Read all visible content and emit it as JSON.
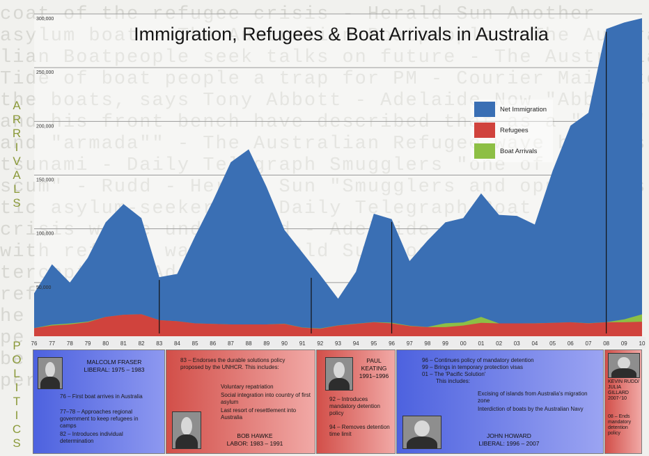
{
  "chart_data": {
    "type": "area",
    "title": "Immigration, Refugees & Boat Arrivals in Australia",
    "ylabel": "ARRIVALS",
    "ylim": [
      0,
      300000
    ],
    "yticks": [
      50000,
      100000,
      150000,
      200000,
      250000,
      300000
    ],
    "ytick_labels": [
      "50,000",
      "100,000",
      "150,000",
      "200,000",
      "250,000",
      "300,000"
    ],
    "x": [
      1976,
      1977,
      1978,
      1979,
      1980,
      1981,
      1982,
      1983,
      1984,
      1985,
      1986,
      1987,
      1988,
      1989,
      1990,
      1991,
      1992,
      1993,
      1994,
      1995,
      1996,
      1997,
      1998,
      1999,
      2000,
      2001,
      2002,
      2003,
      2004,
      2005,
      2006,
      2007,
      2008,
      2009,
      2010
    ],
    "xtick_labels": [
      "76",
      "77",
      "78",
      "79",
      "80",
      "81",
      "82",
      "83",
      "84",
      "85",
      "86",
      "87",
      "88",
      "89",
      "90",
      "91",
      "92",
      "93",
      "94",
      "95",
      "96",
      "97",
      "98",
      "99",
      "00",
      "01",
      "02",
      "03",
      "04",
      "05",
      "06",
      "07",
      "08",
      "09",
      "10"
    ],
    "series": [
      {
        "name": "Net Immigration",
        "color": "#3a6fb4",
        "values": [
          40000,
          67000,
          50000,
          73000,
          106000,
          123000,
          110000,
          55000,
          58000,
          93000,
          126000,
          162000,
          174000,
          139000,
          99000,
          78000,
          57000,
          35000,
          60000,
          114000,
          109000,
          70000,
          89000,
          106000,
          110000,
          133000,
          113000,
          112000,
          104000,
          154000,
          196000,
          208000,
          286000,
          292000,
          296000
        ]
      },
      {
        "name": "Refugees",
        "color": "#d0433d",
        "values": [
          7500,
          10000,
          11000,
          13000,
          18000,
          20000,
          20500,
          15000,
          14000,
          12000,
          11500,
          11000,
          11000,
          11000,
          11500,
          8000,
          7000,
          10000,
          11500,
          13000,
          12000,
          9500,
          8500,
          8500,
          10000,
          12500,
          12000,
          12000,
          12000,
          12500,
          13000,
          12000,
          13000,
          13000,
          13500
        ]
      },
      {
        "name": "Boat Arrivals",
        "color": "#8dbf45",
        "values": [
          100,
          800,
          900,
          600,
          0,
          0,
          0,
          0,
          0,
          0,
          0,
          0,
          0,
          0,
          200,
          200,
          300,
          100,
          200,
          200,
          600,
          300,
          200,
          3600,
          2900,
          5500,
          1,
          0,
          100,
          0,
          60,
          150,
          160,
          2700,
          6900
        ]
      }
    ],
    "legend": "top-right",
    "divider_years": [
      1983,
      1991.5,
      1996,
      2008
    ],
    "grid": true
  },
  "politics_label": "POLITICS",
  "panels": [
    {
      "name": "MALCOLM FRASER\nLIBERAL: 1975 – 1983",
      "items": [
        "76 – First boat arrives in Australia",
        "77–78 – Approaches regional government to keep refugees in camps",
        "82 – Introduces individual determination"
      ]
    },
    {
      "intro": "83 – Endorses the durable solutions policy proposed by the UNHCR. This includes:",
      "items": [
        "Voluntary repatriation",
        "Social integration into country of first asylum",
        "Last resort of resettlement into Australia"
      ],
      "name": "BOB HAWKE\nLABOR: 1983 – 1991"
    },
    {
      "name": "PAUL KEATING\n1991–1996",
      "items": [
        "92 – Introduces mandatory detention policy",
        "94 – Removes detention time limit"
      ]
    },
    {
      "intro": [
        "96 – Continues policy of mandatory detention",
        "99 – Brings in temporary protection visas",
        "01 – The 'Pacific Solution'",
        "This includes:"
      ],
      "items": [
        "Excising of islands from Australia's migration zone",
        "Interdiction of boats by the Australian Navy"
      ],
      "name": "JOHN HOWARD\nLIBERAL: 1996 – 2007"
    },
    {
      "name": "KEVIN RUDD/ JULIA GILLARD 2007-'10",
      "items": [
        "08 – Ends mandatory detention policy"
      ]
    }
  ],
  "background_text": [
    "coat of the refugee crisis - Herald Sun  Another",
    "asylum boat - The Australian  Boatpeople - The Austra",
    "lian  Boatpeople seek talks on future - The Australian",
    "Tide of boat people a trap for PM - Courier Mail  Stop",
    "the boats, says Tony Abbott - Adelaide Now  \"Abbott",
    "and his front bench have described that as a \"tide\"",
    "and \"armada\"\" - The Australian  Refugee wave becomes",
    "tsunami - Daily Telegraph  Smugglers  \"one of the",
    "scum\" - Rudd - Herald Sun  \"Smugglers and opportunis",
    "tic asylum-seekers\" - Daily Telegraph  Boat  wave",
    "crisis worse under Rudd - Adelaide Now  Flood",
    "with refugee wave - Herald Sun  Boat in",
    "tercepted - Adelaide  St",
    "refugees",
    "he",
    "pe",
    "be",
    "per"
  ]
}
